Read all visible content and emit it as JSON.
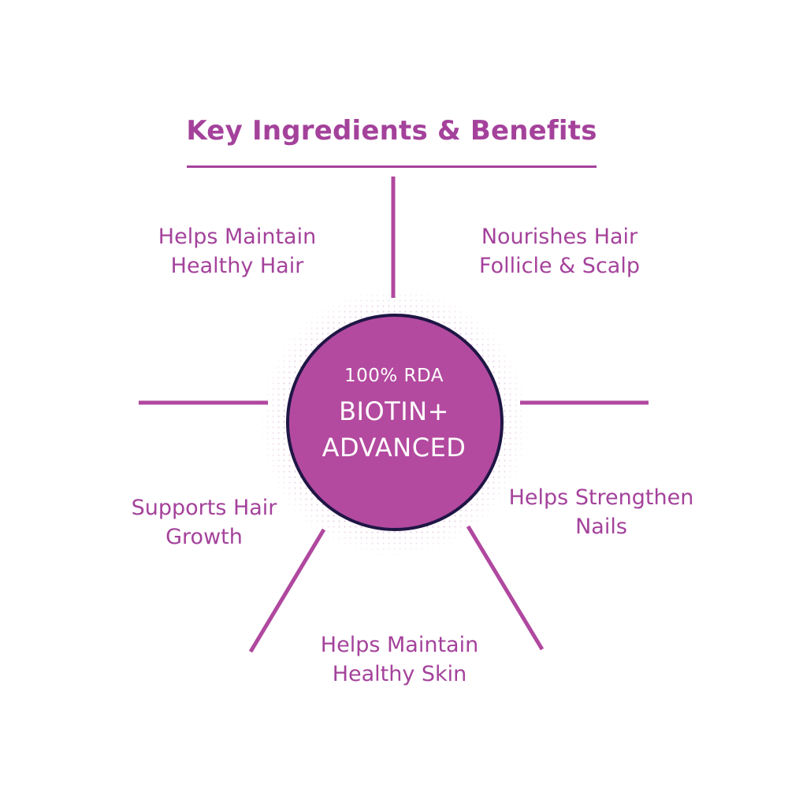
{
  "title": "Key Ingredients & Benefits",
  "hub": {
    "line1": "100% RDA",
    "line2": "BIOTIN+",
    "line3": "ADVANCED"
  },
  "benefits": [
    {
      "line1": "Helps Maintain",
      "line2": "Healthy Hair"
    },
    {
      "line1": "Nourishes Hair",
      "line2": "Follicle & Scalp"
    },
    {
      "line1": "Supports Hair",
      "line2": "Growth"
    },
    {
      "line1": "Helps Strengthen",
      "line2": "Nails"
    },
    {
      "line1": "Helps Maintain",
      "line2": "Healthy Skin"
    }
  ],
  "colors": {
    "accent": "#a4429b",
    "hub_fill": "#b34a9f",
    "hub_outline": "#1f1645",
    "halo_dots": "#c98fc0",
    "background": "#ffffff"
  }
}
